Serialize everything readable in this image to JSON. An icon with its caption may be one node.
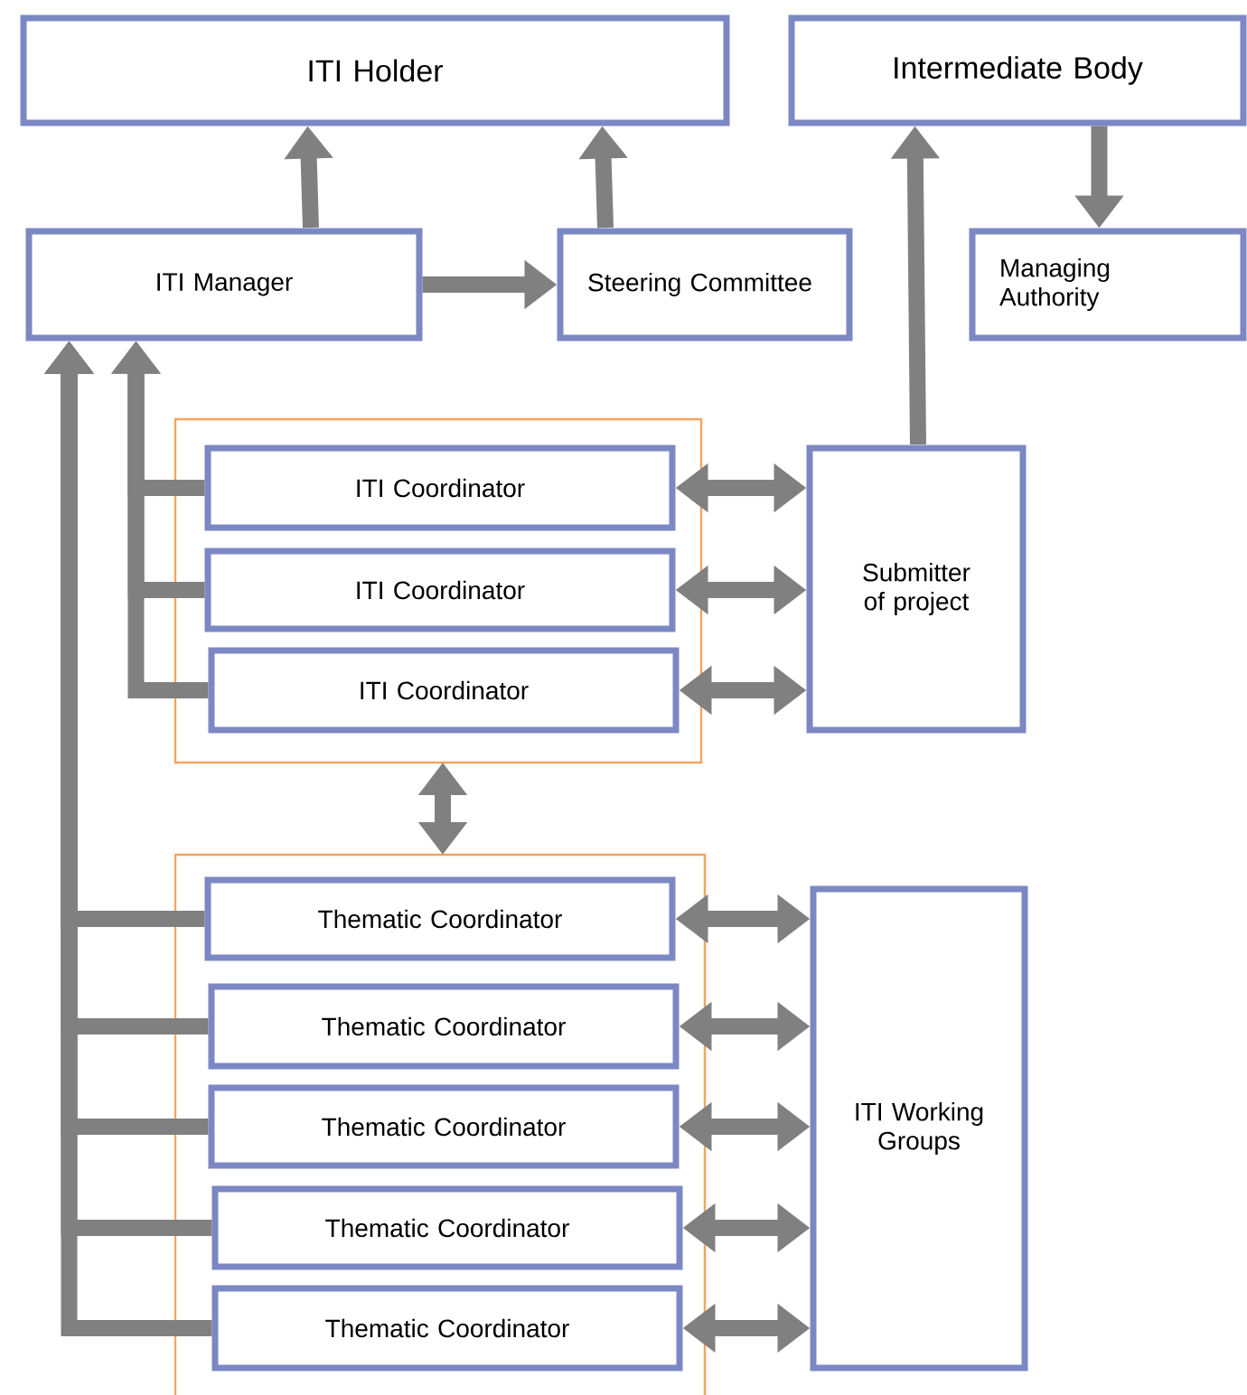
{
  "diagram": {
    "nodes": [
      {
        "text": [
          "ITI Holder"
        ]
      },
      {
        "text": [
          "Intermediate Body"
        ]
      },
      {
        "text": [
          "ITI Manager"
        ]
      },
      {
        "text": [
          "Steering Committee"
        ]
      },
      {
        "text": [
          "Managing Authority"
        ]
      },
      {
        "text": [],
        "shape": "box"
      },
      {
        "text": [
          "ITI Coordinator"
        ],
        "in": 5
      },
      {
        "text": [
          "ITI Coordinator"
        ],
        "in": 5
      },
      {
        "text": [
          "ITI Coordinator"
        ],
        "in": 5
      },
      {
        "text": [
          "Submitter of project"
        ]
      },
      {
        "text": [],
        "shape": "box"
      },
      {
        "text": [
          "Thematic Coordinator"
        ],
        "in": 10
      },
      {
        "text": [
          "Thematic Coordinator"
        ],
        "in": 10
      },
      {
        "text": [
          "Thematic Coordinator"
        ],
        "in": 10
      },
      {
        "text": [
          "Thematic Coordinator"
        ],
        "in": 10
      },
      {
        "text": [
          "Thematic Coordinator"
        ],
        "in": 10
      },
      {
        "text": [
          "ITI Working Groups"
        ]
      }
    ],
    "edges": [
      {
        "from": 2,
        "to": 0,
        "arrow": "to"
      },
      {
        "from": 3,
        "to": 0,
        "arrow": "to"
      },
      {
        "from": 2,
        "to": 3,
        "arrow": "to"
      },
      {
        "from": 9,
        "to": 1,
        "arrow": "to"
      },
      {
        "from": 1,
        "to": 4,
        "arrow": "to"
      },
      {
        "from": 6,
        "to": 2,
        "arrow": "to"
      },
      {
        "from": 7,
        "to": 2,
        "arrow": "to"
      },
      {
        "from": 8,
        "to": 2,
        "arrow": "to"
      },
      {
        "from": 11,
        "to": 2,
        "arrow": "to"
      },
      {
        "from": 12,
        "to": 2,
        "arrow": "to"
      },
      {
        "from": 13,
        "to": 2,
        "arrow": "to"
      },
      {
        "from": 14,
        "to": 2,
        "arrow": "to"
      },
      {
        "from": 15,
        "to": 2,
        "arrow": "to"
      },
      {
        "from": 6,
        "to": 9,
        "arrow": "both"
      },
      {
        "from": 7,
        "to": 9,
        "arrow": "both"
      },
      {
        "from": 8,
        "to": 9,
        "arrow": "both"
      },
      {
        "from": 5,
        "to": 10,
        "arrow": "both"
      },
      {
        "from": 11,
        "to": 16,
        "arrow": "both"
      },
      {
        "from": 12,
        "to": 16,
        "arrow": "both"
      },
      {
        "from": 13,
        "to": 16,
        "arrow": "both"
      },
      {
        "from": 14,
        "to": 16,
        "arrow": "both"
      },
      {
        "from": 15,
        "to": 16,
        "arrow": "both"
      }
    ]
  }
}
